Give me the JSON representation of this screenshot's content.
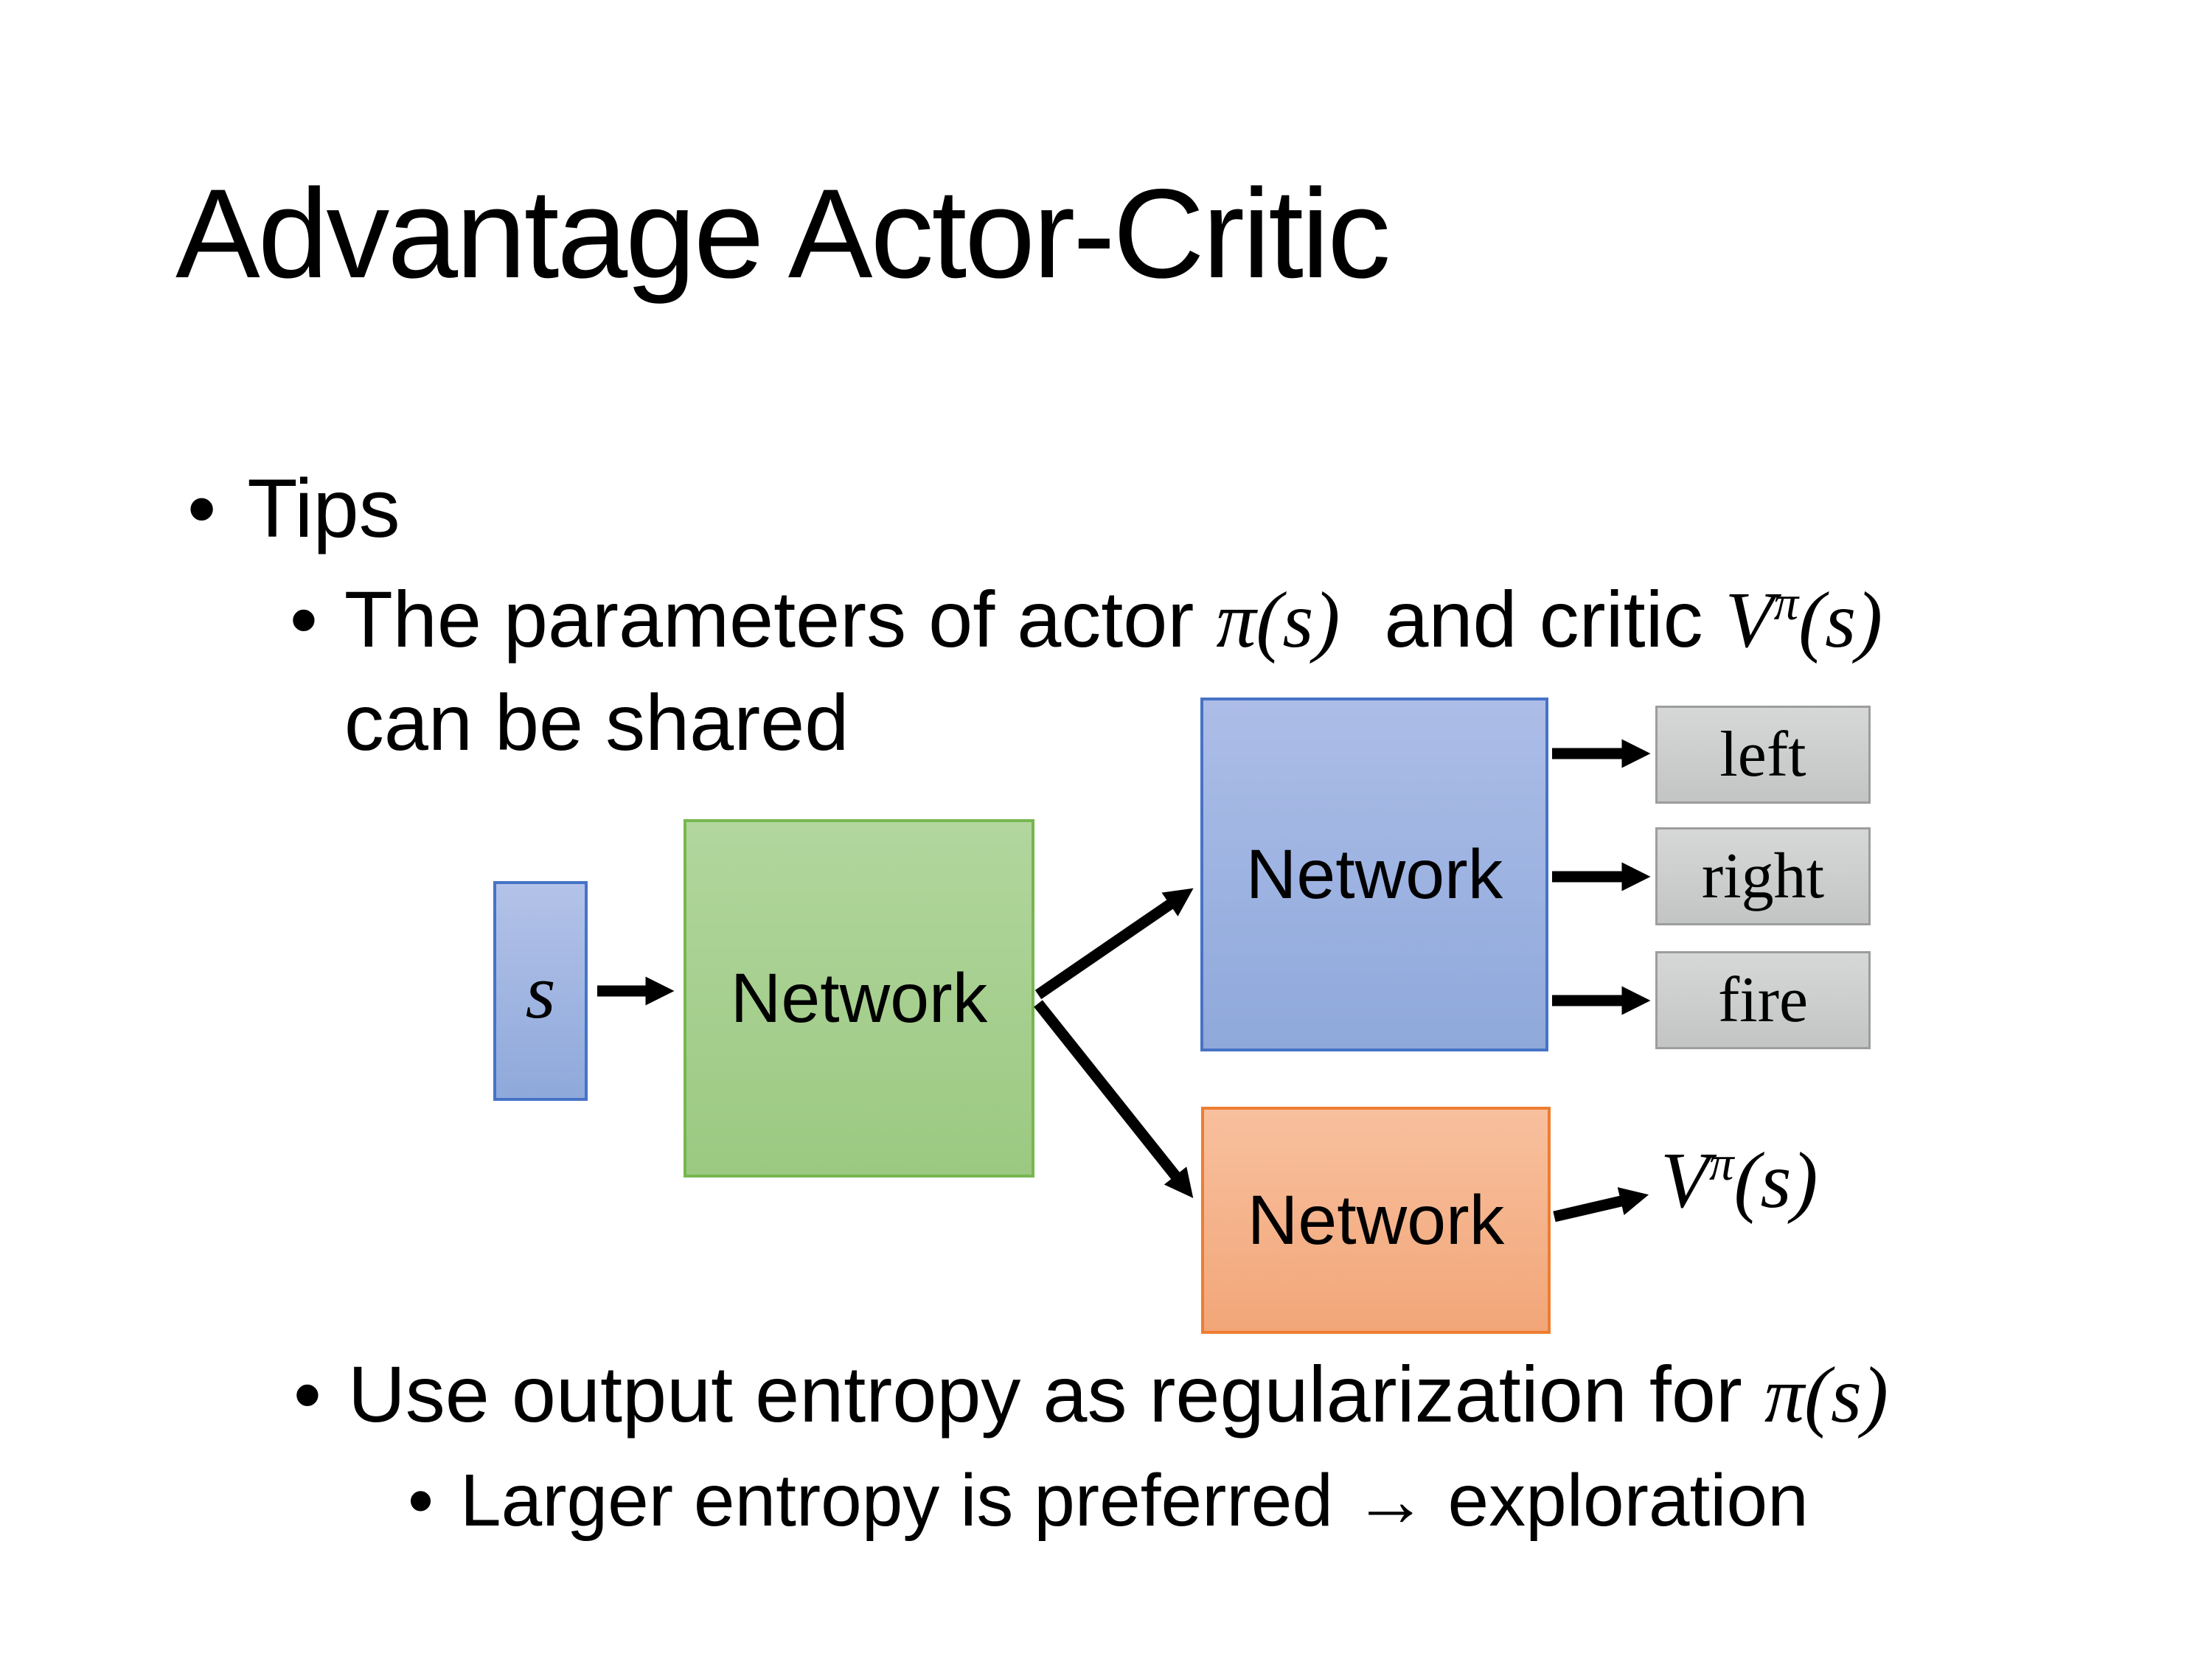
{
  "slide": {
    "title": "Advantage Actor-Critic",
    "bullet_glyph": "•",
    "bullet_tips": "Tips",
    "bullet_params": {
      "pre": "The parameters of actor ",
      "pi_s": "π(s)",
      "mid": "  and critic ",
      "v": "V",
      "v_sup": "π",
      "v_args": "(s)",
      "line2": "can be shared"
    },
    "bullet_entropy": {
      "pre": "Use output entropy as regularization for ",
      "pi_s": "π(s)"
    },
    "bullet_explore": "Larger entropy is preferred → exploration"
  },
  "diagram": {
    "state_label": "s",
    "shared_network_label": "Network",
    "actor_network_label": "Network",
    "critic_network_label": "Network",
    "action_outputs": [
      "left",
      "right",
      "fire"
    ],
    "value_output": {
      "v": "V",
      "sup": "π",
      "args": "(s)"
    }
  },
  "colors": {
    "state_fill": "#9FB4E0",
    "state_border": "#4673C5",
    "shared_fill": "#A9D18E",
    "shared_border": "#76B84F",
    "actor_fill": "#9DB2DF",
    "actor_border": "#4673C5",
    "critic_fill": "#F4B183",
    "critic_border": "#ED7D31",
    "output_fill": "#CCCECD",
    "output_border": "#9D9D9D",
    "arrow": "#000000",
    "background": "#FFFFFF",
    "text": "#000000"
  }
}
